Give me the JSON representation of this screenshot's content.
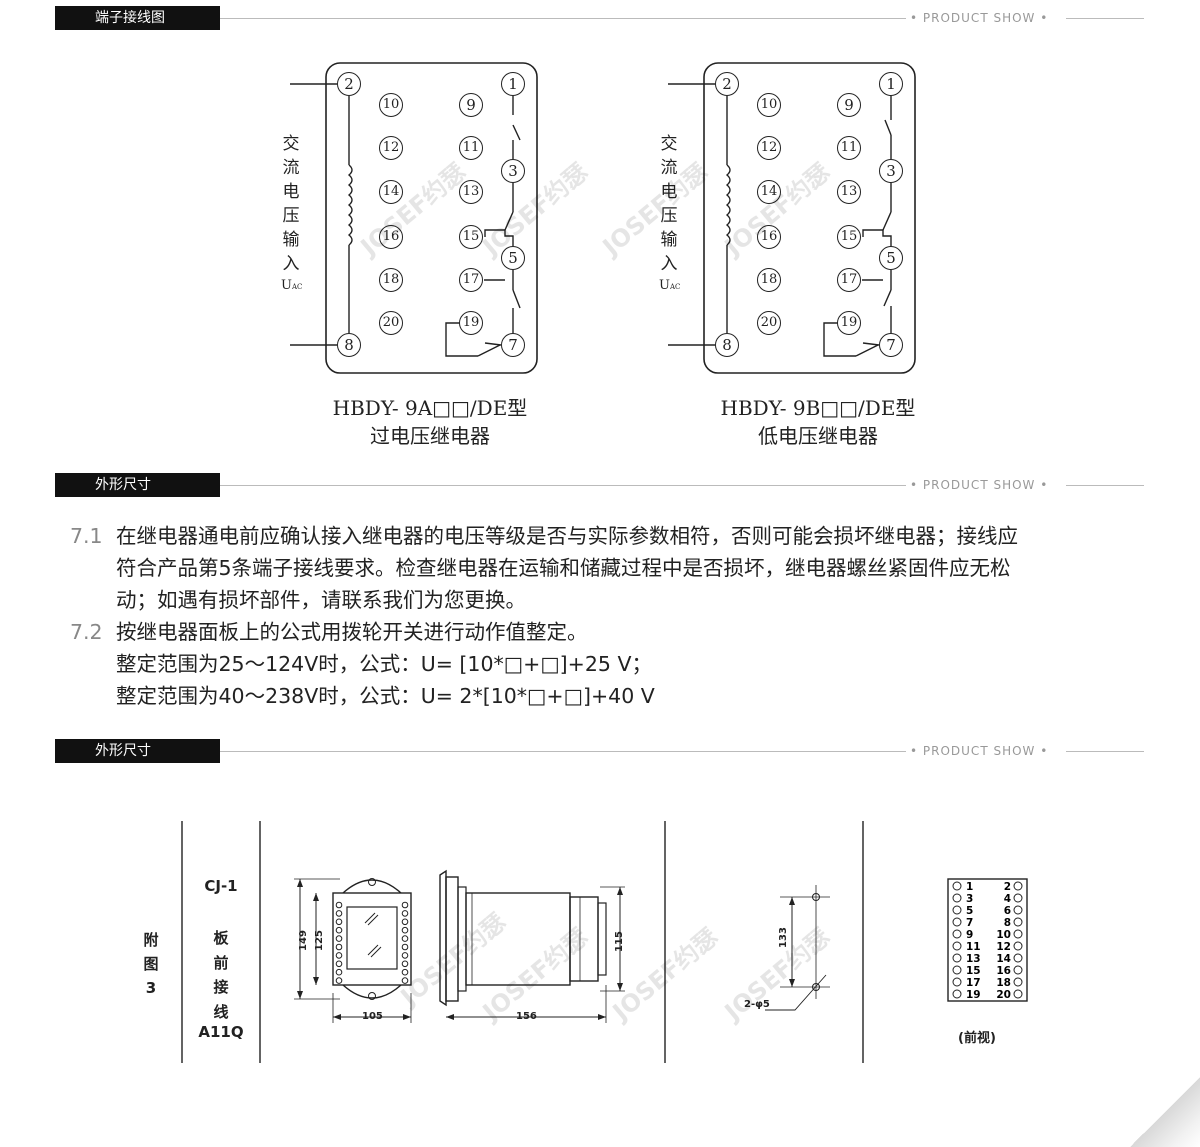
{
  "sections": [
    {
      "title": "端子接线图",
      "tag": "• PRODUCT SHOW •"
    },
    {
      "title": "外形尺寸",
      "tag": "• PRODUCT SHOW •"
    },
    {
      "title": "外形尺寸",
      "tag": "• PRODUCT SHOW •"
    }
  ],
  "wiring": {
    "input_label_chars": [
      "交",
      "流",
      "电",
      "压",
      "输",
      "入"
    ],
    "input_symbol": "U",
    "input_symbol_sub": "AC",
    "diagram_a": {
      "model": "HBDY- 9A□□/DE型",
      "name": "过电压继电器"
    },
    "diagram_b": {
      "model": "HBDY- 9B□□/DE型",
      "name": "低电压继电器"
    },
    "terminals": [
      "1",
      "2",
      "3",
      "5",
      "7",
      "8",
      "9",
      "10",
      "11",
      "12",
      "13",
      "14",
      "15",
      "16",
      "17",
      "18",
      "19",
      "20"
    ]
  },
  "notes": [
    {
      "num": "7.1",
      "lines": [
        "在继电器通电前应确认接入继电器的电压等级是否与实际参数相符，否则可能会损坏继电器；接线应",
        "符合产品第5条端子接线要求。检查继电器在运输和储藏过程中是否损坏，继电器螺丝紧固件应无松",
        "动；如遇有损坏部件，请联系我们为您更换。"
      ]
    },
    {
      "num": "7.2",
      "lines": [
        "按继电器面板上的公式用拨轮开关进行动作值整定。",
        "整定范围为25～124V时，公式：U= [10*□+□]+25 V；",
        "整定范围为40～238V时，公式：U= 2*[10*□+□]+40 V"
      ]
    }
  ],
  "dimension": {
    "figure_label": [
      "附",
      "图",
      "3"
    ],
    "case_type": "CJ-1",
    "mount_label": [
      "板",
      "前",
      "接",
      "线"
    ],
    "mount_code": "A11Q",
    "dims": {
      "h149": "149",
      "h125": "125",
      "w105": "105",
      "d156": "156",
      "h115": "115",
      "h133": "133",
      "holes": "2-φ5"
    },
    "front_view_label": "(前视)",
    "front_terminals_left": [
      "1",
      "3",
      "5",
      "7",
      "9",
      "11",
      "13",
      "15",
      "17",
      "19"
    ],
    "front_terminals_right": [
      "2",
      "4",
      "6",
      "8",
      "10",
      "12",
      "14",
      "16",
      "18",
      "20"
    ]
  },
  "watermark": "JOSEF约瑟"
}
